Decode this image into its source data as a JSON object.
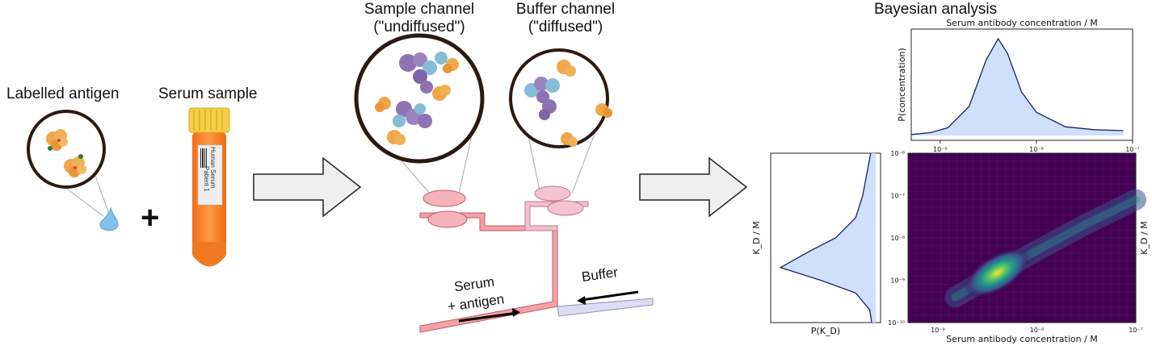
{
  "left": {
    "labelled_antigen": "Labelled antigen",
    "serum_sample": "Serum sample",
    "plus": "+",
    "tube_label_line1": "Human Serum",
    "tube_label_line2": "Patient 1"
  },
  "device": {
    "sample_channel_line1": "Sample channel",
    "sample_channel_line2": "(\"undiffused\")",
    "buffer_channel_line1": "Buffer channel",
    "buffer_channel_line2": "(\"diffused\")",
    "serum_line1": "Serum",
    "serum_line2": "+ antigen",
    "buffer": "Buffer"
  },
  "analysis": {
    "title": "Bayesian analysis"
  },
  "colors": {
    "antigen": "#f2a64a",
    "antibody_purple": "#8e73b4",
    "antibody_blue": "#87bcd8",
    "channel_red": "#f3a1a6",
    "channel_blue": "#dcdcf4",
    "tube_orange": "#fa8a2e",
    "tube_cap": "#f6d046",
    "density_fill": "#cfe0fb",
    "density_line": "#1a1f6b",
    "heatmap_bg": "#440154",
    "heatmap_peak": "#fde725"
  },
  "chart_data": [
    {
      "type": "area",
      "title": "Serum antibody concentration / M",
      "ylabel": "P(concentration)",
      "xscale": "log",
      "xlim": [
        5e-10,
        1e-07
      ],
      "xticks": [
        "10⁻⁹",
        "10⁻⁸",
        "10⁻⁷"
      ],
      "x": [
        5e-10,
        8e-10,
        1.2e-09,
        2e-09,
        3e-09,
        4e-09,
        5e-09,
        7e-09,
        1e-08,
        2e-08,
        4e-08,
        8e-08
      ],
      "y": [
        0.01,
        0.03,
        0.08,
        0.3,
        0.78,
        1.0,
        0.85,
        0.45,
        0.24,
        0.09,
        0.06,
        0.05
      ]
    },
    {
      "type": "area",
      "title": "",
      "xlabel": "P(K_D)",
      "ylabel": "K_D / M",
      "orientation": "vertical",
      "yscale": "log",
      "ylim": [
        1e-10,
        1e-06
      ],
      "y": [
        1e-06,
        1e-07,
        3e-08,
        1e-08,
        5e-09,
        2e-09,
        1e-09,
        5e-10,
        2e-10,
        1e-10
      ],
      "x": [
        0.05,
        0.13,
        0.2,
        0.4,
        0.65,
        0.95,
        0.55,
        0.2,
        0.06,
        0.04
      ]
    },
    {
      "type": "heatmap",
      "xlabel": "Serum antibody concentration / M",
      "ylabel": "K_D / M",
      "xscale": "log",
      "yscale": "log",
      "xlim": [
        5e-10,
        1e-07
      ],
      "ylim": [
        1e-10,
        1e-06
      ],
      "xticks": [
        "10⁻⁹",
        "10⁻⁸",
        "10⁻⁷"
      ],
      "yticks": [
        "10⁻¹⁰",
        "10⁻⁹",
        "10⁻⁸",
        "10⁻⁷",
        "10⁻⁶"
      ],
      "ridge": [
        [
          1.5e-09,
          4e-10
        ],
        [
          4e-09,
          1.5e-09
        ],
        [
          1e-08,
          5e-09
        ],
        [
          3e-08,
          2e-08
        ],
        [
          1e-07,
          8e-08
        ]
      ],
      "peak": [
        4e-09,
        1.5e-09
      ]
    }
  ]
}
